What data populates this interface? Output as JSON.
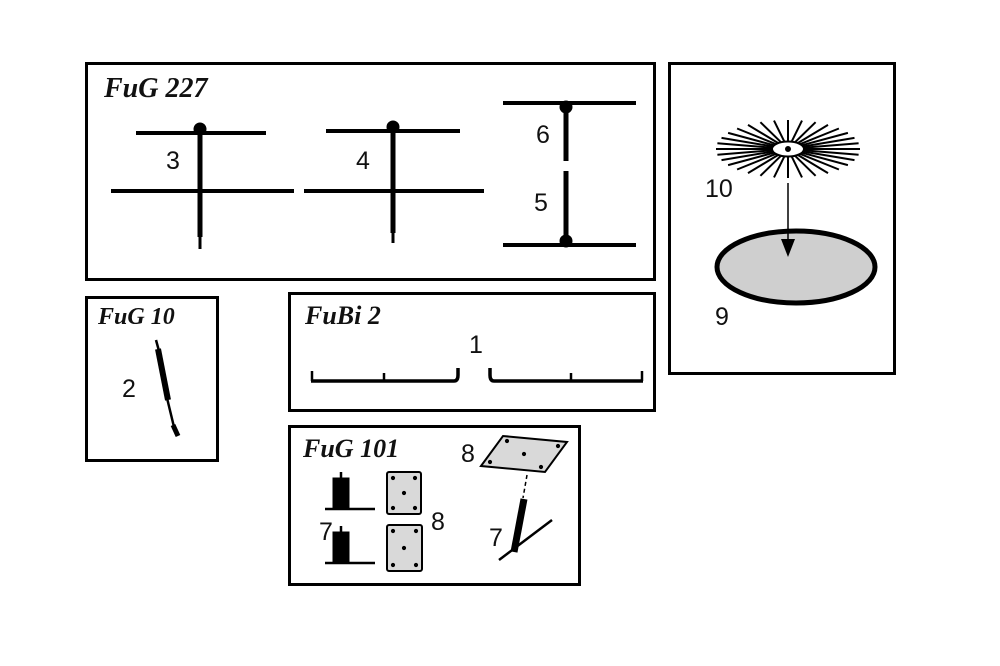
{
  "colors": {
    "background": "#ffffff",
    "line": "#000000",
    "plate_fill": "#d9d9d9",
    "dish_fill": "#cfcfcf"
  },
  "panels": {
    "fug227": {
      "title": "FuG 227",
      "labels": {
        "item3": "3",
        "item4": "4",
        "item5": "5",
        "item6": "6"
      }
    },
    "fug10": {
      "title": "FuG 10",
      "labels": {
        "item2": "2"
      }
    },
    "fubi2": {
      "title": "FuBi 2",
      "labels": {
        "item1": "1"
      }
    },
    "fug101": {
      "title": "FuG 101",
      "labels": {
        "item7a": "7",
        "item7b": "7",
        "item8a": "8",
        "item8b": "8"
      }
    },
    "dish": {
      "labels": {
        "item9": "9",
        "item10": "10"
      }
    }
  }
}
